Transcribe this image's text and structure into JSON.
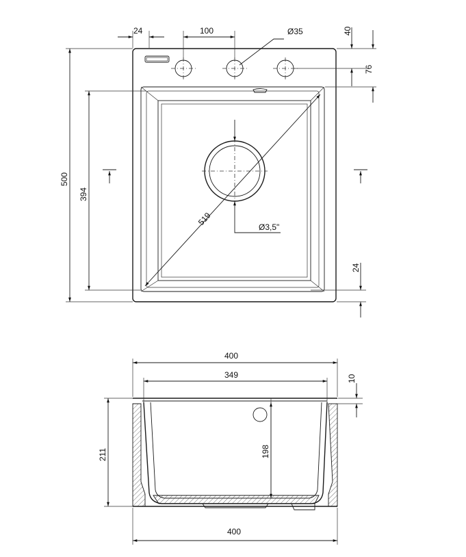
{
  "top_view": {
    "dims": {
      "edge_offset": "24",
      "hole_spacing": "100",
      "hole_diameter": "Ø35",
      "hole_from_edge": "40",
      "bowl_from_edge": "76",
      "overall_depth": "500",
      "bowl_depth": "394",
      "diagonal": "519",
      "drain_size": "Ø3,5\"",
      "bottom_rim": "24"
    }
  },
  "section_view": {
    "dims": {
      "top_width": "400",
      "bowl_width": "349",
      "rim_thickness": "10",
      "overall_height": "211",
      "bowl_height": "198",
      "bottom_width": "400"
    }
  }
}
